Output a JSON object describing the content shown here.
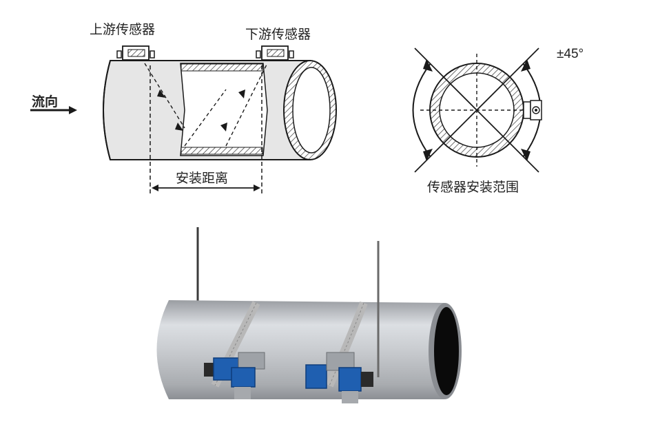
{
  "labels": {
    "upstream_sensor": "上游传感器",
    "downstream_sensor": "下游传感器",
    "flow_direction": "流向",
    "install_distance": "安装距离",
    "angle": "±45°",
    "install_range": "传感器安装范围"
  },
  "colors": {
    "line": "#1a1a1a",
    "pipe_fill": "#e8e8e8",
    "photo_pipe": "#c9ccd0",
    "photo_pipe_shadow": "#9a9da2",
    "sensor_blue": "#1f5fb0",
    "strap": "#b5b5b5"
  }
}
